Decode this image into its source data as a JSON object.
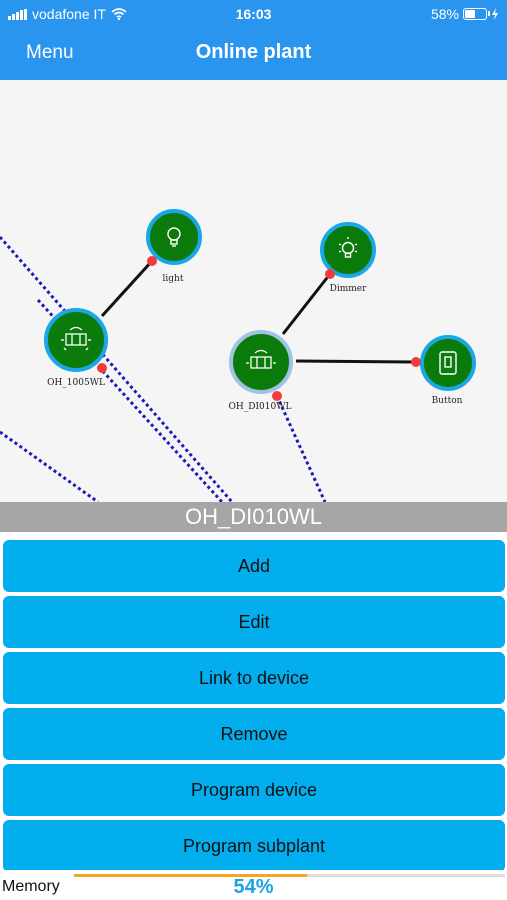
{
  "status_bar": {
    "carrier": "vodafone IT",
    "time": "16:03",
    "battery": "58%",
    "battery_level": 0.58
  },
  "nav": {
    "menu_label": "Menu",
    "title": "Online plant"
  },
  "diagram": {
    "nodes": [
      {
        "name": "light",
        "label": "light",
        "icon": "bulb-icon"
      },
      {
        "name": "oh-1005wl",
        "label": "OH_1005WL",
        "icon": "module-icon"
      },
      {
        "name": "dimmer",
        "label": "Dimmer",
        "icon": "dimmer-bulb-icon"
      },
      {
        "name": "oh-di010wl",
        "label": "OH_DI010WL",
        "icon": "module-icon"
      },
      {
        "name": "button",
        "label": "Button",
        "icon": "switch-icon"
      }
    ]
  },
  "selected_device": "OH_DI010WL",
  "actions": [
    "Add",
    "Edit",
    "Link to device",
    "Remove",
    "Program device",
    "Program subplant"
  ],
  "memory": {
    "label": "Memory",
    "percent": "54%",
    "level": 0.54
  },
  "colors": {
    "header": "#2a95ee",
    "node_fill": "#0a7a0a",
    "node_ring": "#1aa7e8",
    "button": "#03aeef",
    "link_dotted": "#1a1ab8",
    "memory_bar": "#f4a522"
  }
}
